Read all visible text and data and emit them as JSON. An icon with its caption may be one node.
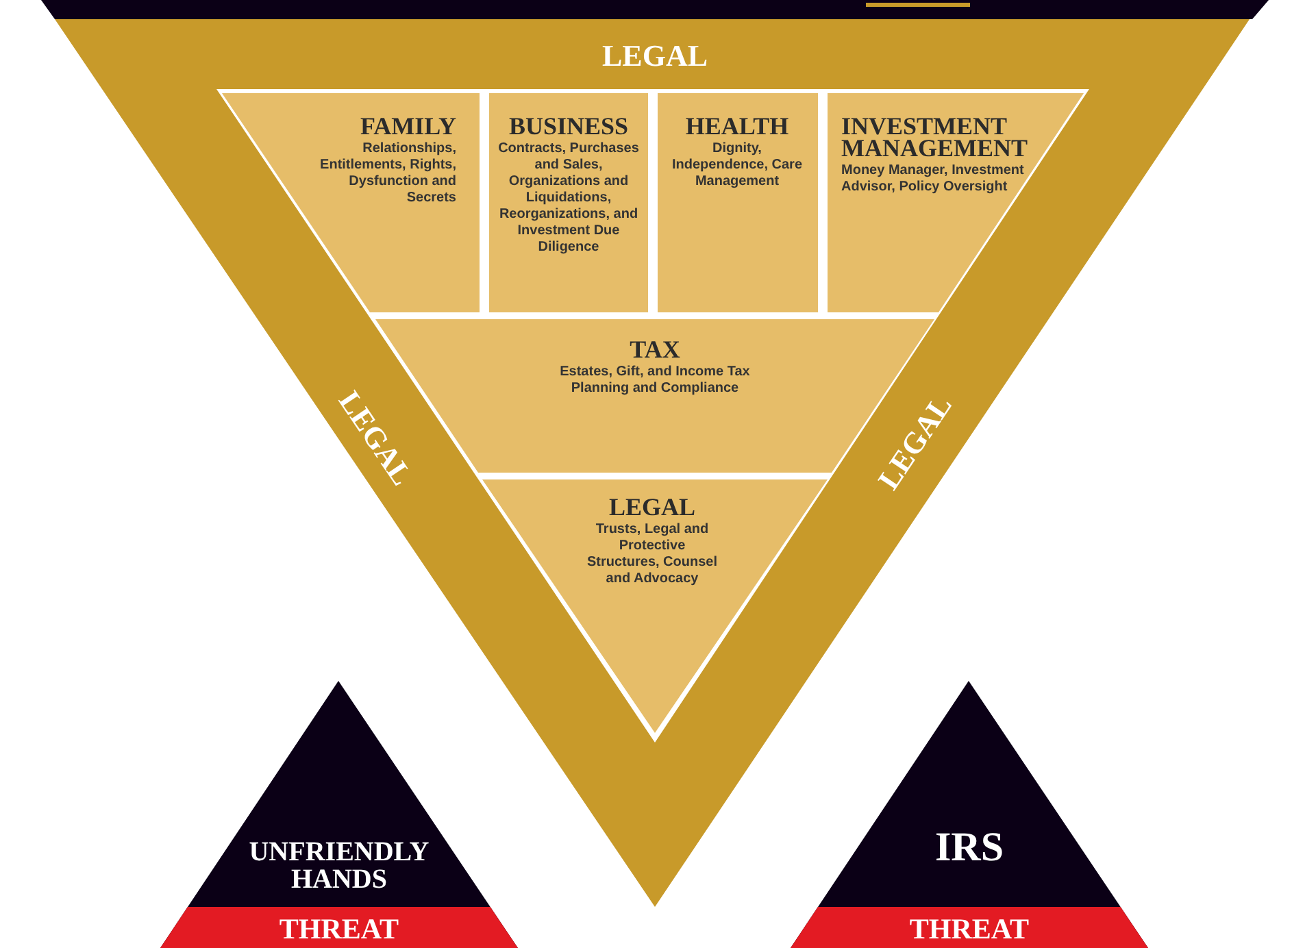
{
  "diagram": {
    "nodes": [
      {
        "text": [
          "LEGAL",
          "LEGAL",
          "LEGAL"
        ]
      },
      {
        "text": [
          "FAMILY",
          "Relationships, Entitlements, Rights, Dysfunction and Secrets"
        ],
        "in": 0
      },
      {
        "text": [
          "BUSINESS",
          "Contracts, Purchases and Sales, Organizations and Liquidations, Reorganizations, and Investment Due Diligence"
        ],
        "in": 0
      },
      {
        "text": [
          "HEALTH",
          "Dignity, Independence, Care Management"
        ],
        "in": 0
      },
      {
        "text": [
          "INVESTMENT MANAGEMENT",
          "Money Manager, Investment Advisor, Policy Oversight"
        ],
        "in": 0
      },
      {
        "text": [
          "TAX",
          "Estates, Gift, and Income Tax Planning and Compliance"
        ],
        "in": 0
      },
      {
        "text": [
          "LEGAL",
          "Trusts, Legal and Protective Structures, Counsel and Advocacy"
        ],
        "in": 0
      },
      {
        "text": [
          "UNFRIENDLY HANDS",
          "THREAT"
        ]
      },
      {
        "text": [
          "IRS",
          "THREAT"
        ]
      }
    ],
    "edges": []
  }
}
